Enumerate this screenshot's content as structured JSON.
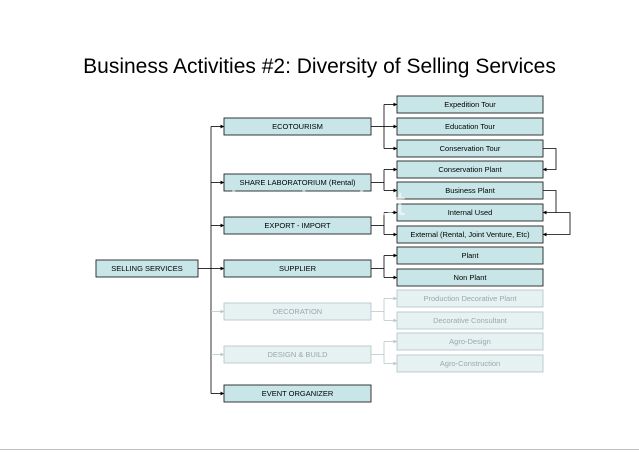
{
  "title": "Business Activities #2: Diversity of Selling Services",
  "colors": {
    "box_fill": "#c8e6e8",
    "box_fill_faded": "#e6f1f2",
    "box_stroke": "#222222",
    "box_stroke_faded": "#b9c8cb",
    "line": "#000000",
    "line_faded": "#b9c8cb"
  },
  "root": {
    "id": "selling",
    "label": "SELLING SERVICES"
  },
  "categories": [
    {
      "id": "ecotourism",
      "label": "ECOTOURISM",
      "faded": false
    },
    {
      "id": "share-lab",
      "label": "SHARE LABORATORIUM (Rental)",
      "faded": false
    },
    {
      "id": "export-import",
      "label": "EXPORT - IMPORT",
      "faded": false
    },
    {
      "id": "supplier",
      "label": "SUPPLIER",
      "faded": false
    },
    {
      "id": "decoration",
      "label": "DECORATION",
      "faded": true
    },
    {
      "id": "design-build",
      "label": "DESIGN & BUILD",
      "faded": true
    },
    {
      "id": "event-organizer",
      "label": "EVENT ORGANIZER",
      "faded": false
    }
  ],
  "items": [
    {
      "id": "expedition-tour",
      "label": "Expedition Tour",
      "faded": false
    },
    {
      "id": "education-tour",
      "label": "Education Tour",
      "faded": false
    },
    {
      "id": "conservation-tour",
      "label": "Conservation Tour",
      "faded": false
    },
    {
      "id": "conservation-plant",
      "label": "Conservation Plant",
      "faded": false
    },
    {
      "id": "business-plant",
      "label": "Business Plant",
      "faded": false
    },
    {
      "id": "internal-used",
      "label": "Internal Used",
      "faded": false
    },
    {
      "id": "external",
      "label": "External (Rental, Joint Venture, Etc)",
      "faded": false
    },
    {
      "id": "plant",
      "label": "Plant",
      "faded": false
    },
    {
      "id": "non-plant",
      "label": "Non Plant",
      "faded": false
    },
    {
      "id": "production-decorative-plant",
      "label": "Production Decorative Plant",
      "faded": true
    },
    {
      "id": "decorative-consultant",
      "label": "Decorative Consultant",
      "faded": true
    },
    {
      "id": "agro-design",
      "label": "Agro-Design",
      "faded": true
    },
    {
      "id": "agro-construction",
      "label": "Agro-Construction",
      "faded": true
    }
  ]
}
